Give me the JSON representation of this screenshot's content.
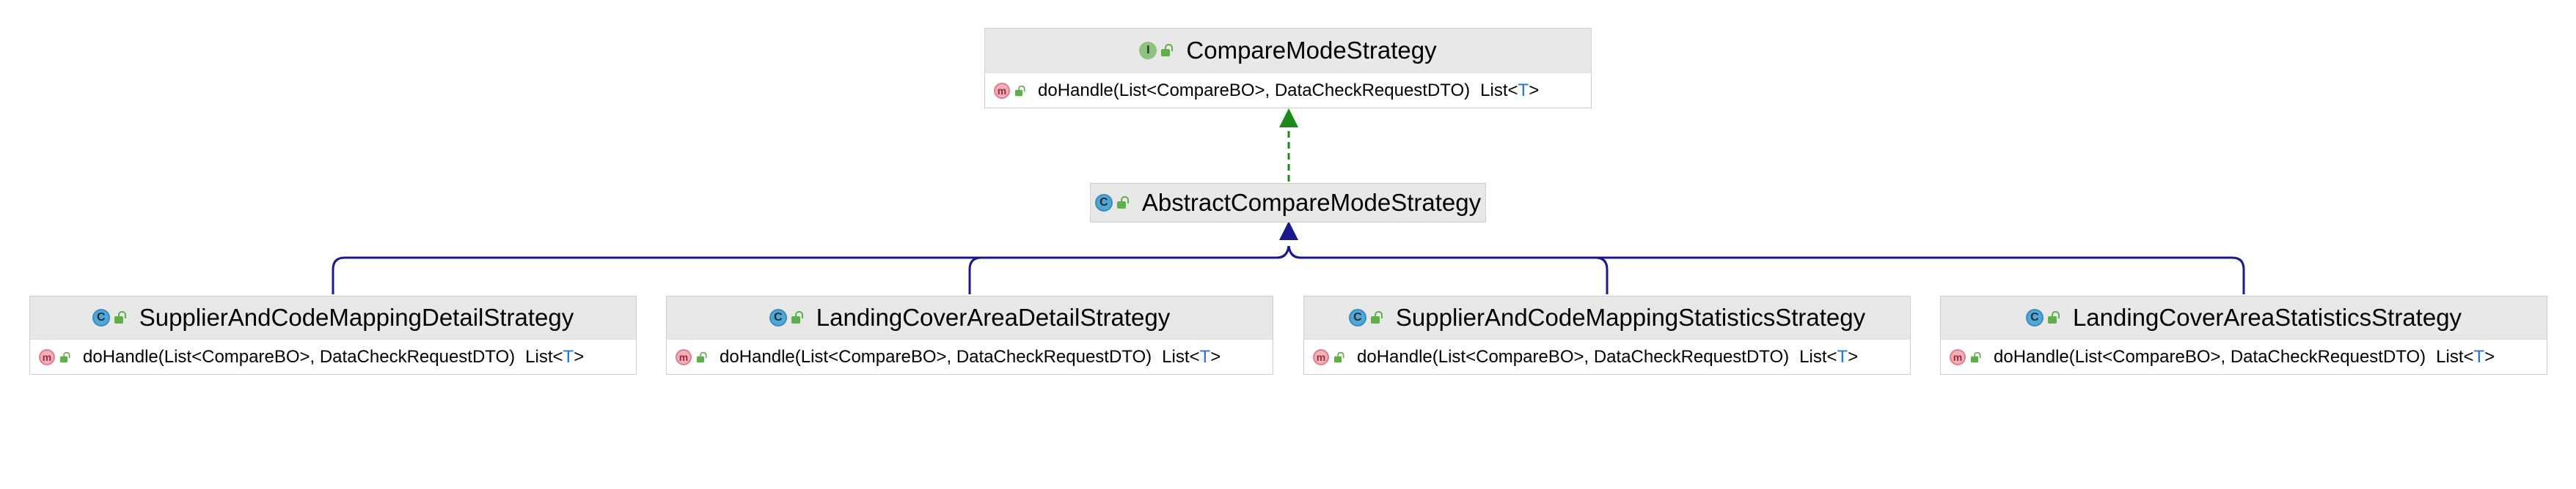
{
  "diagram": {
    "interface": {
      "kind": "I",
      "name": "CompareModeStrategy",
      "method": {
        "kind": "m",
        "name": "doHandle",
        "params": "(List<CompareBO>, DataCheckRequestDTO)",
        "return_prefix": "List<",
        "return_type_var": "T",
        "return_suffix": ">"
      }
    },
    "abstract_class": {
      "kind": "C",
      "name": "AbstractCompareModeStrategy"
    },
    "subclasses": [
      {
        "kind": "C",
        "name": "SupplierAndCodeMappingDetailStrategy",
        "method": {
          "kind": "m",
          "name": "doHandle",
          "params": "(List<CompareBO>, DataCheckRequestDTO)",
          "return_prefix": "List<",
          "return_type_var": "T",
          "return_suffix": ">"
        }
      },
      {
        "kind": "C",
        "name": "LandingCoverAreaDetailStrategy",
        "method": {
          "kind": "m",
          "name": "doHandle",
          "params": "(List<CompareBO>, DataCheckRequestDTO)",
          "return_prefix": "List<",
          "return_type_var": "T",
          "return_suffix": ">"
        }
      },
      {
        "kind": "C",
        "name": "SupplierAndCodeMappingStatisticsStrategy",
        "method": {
          "kind": "m",
          "name": "doHandle",
          "params": "(List<CompareBO>, DataCheckRequestDTO)",
          "return_prefix": "List<",
          "return_type_var": "T",
          "return_suffix": ">"
        }
      },
      {
        "kind": "C",
        "name": "LandingCoverAreaStatisticsStrategy",
        "method": {
          "kind": "m",
          "name": "doHandle",
          "params": "(List<CompareBO>, DataCheckRequestDTO)",
          "return_prefix": "List<",
          "return_type_var": "T",
          "return_suffix": ">"
        }
      }
    ],
    "colors": {
      "implements_edge": "#1a8a1a",
      "extends_edge": "#1a1a8c",
      "header_background": "#e8e8e8",
      "type_variable": "#1f77d4"
    }
  }
}
